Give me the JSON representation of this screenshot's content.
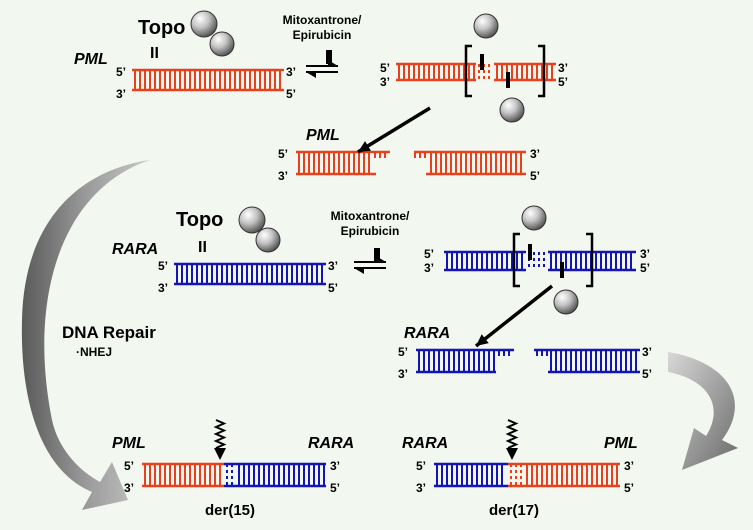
{
  "colors": {
    "background": "#f2f7ef",
    "pml": "#e8401c",
    "rara": "#1414b4",
    "arrow_gray": "#8c8c8c"
  },
  "labels": {
    "topo": "Topo",
    "topo_ii": "II",
    "drug_line1": "Mitoxantrone/",
    "drug_line2": "Epirubicin",
    "pml": "PML",
    "rara": "RARA",
    "five_prime": "5’",
    "three_prime": "3’",
    "dna_repair": "DNA Repair",
    "nhej": "·NHEJ",
    "der15": "der(15)",
    "der17": "der(17)"
  },
  "icons": {
    "enzyme": "topoisomerase-sphere-icon",
    "equilibrium": "equilibrium-arrows-icon",
    "cleavage_arrow": "black-arrow-icon",
    "breakpoint": "zigzag-arrow-icon",
    "repair_arrow": "curved-gray-arrow-icon"
  }
}
